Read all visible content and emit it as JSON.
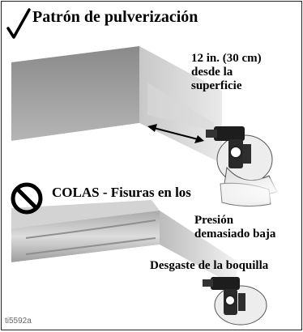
{
  "sections": {
    "good": {
      "icon": "check-mark-icon",
      "title": "Patrón de pulverización",
      "distance_lines": [
        "12 in. (30 cm)",
        "desde la",
        "superficie"
      ]
    },
    "bad": {
      "icon": "prohibited-icon",
      "title": "COLAS - Fisuras en los",
      "causes": {
        "pressure_lines": [
          "Presión",
          "demasiado baja"
        ],
        "tip_wear": "Desgaste de la boquilla"
      }
    }
  },
  "figure_code": "ti5592a"
}
